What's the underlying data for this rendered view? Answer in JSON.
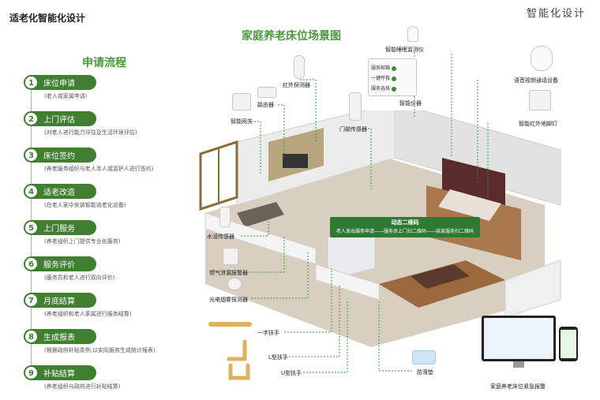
{
  "header": {
    "left_title": "适老化智能化设计",
    "right_title": "智能化设计"
  },
  "scene_title": "家庭养老床位场景图",
  "flow": {
    "title": "申请流程",
    "steps": [
      {
        "num": "1",
        "label": "床位申请",
        "desc": "(老人或家属申请)"
      },
      {
        "num": "2",
        "label": "上门评估",
        "desc": "(对老人进行能力评估及生活环境评估)"
      },
      {
        "num": "3",
        "label": "床位签约",
        "desc": "(养老服务组织与老人本人或监护人进行签约)"
      },
      {
        "num": "4",
        "label": "适老改造",
        "desc": "(在老人家中安装智能适老化设备)"
      },
      {
        "num": "5",
        "label": "上门服务",
        "desc": "(养老组织上门提供专业化服务)"
      },
      {
        "num": "6",
        "label": "服务评价",
        "desc": "(服务员和老人进行双向评价)"
      },
      {
        "num": "7",
        "label": "月底结算",
        "desc": "(养老组织和老人家属进行服务结算)"
      },
      {
        "num": "8",
        "label": "生成报表",
        "desc": "(根据政府补贴条例,以实际服务生成统计报表)"
      },
      {
        "num": "9",
        "label": "补贴结算",
        "desc": "(养老组织与政府进行补贴结算)"
      }
    ]
  },
  "devices": {
    "sleep_monitor": "智能睡眠监测仪",
    "infrared_detector": "红外探测器",
    "router": "路由器",
    "smart_gateway": "智能网关",
    "smart_instrument": "智能仪器",
    "video_speaker": "语音视频通话设备",
    "night_light": "智能红外地脚灯",
    "door_sensor": "门磁传感器",
    "water_sensor": "水浸传感器",
    "gas_alarm": "燃气泄漏报警器",
    "smoke_detector": "光电烟雾探测器",
    "straight_handrail": "一字扶手",
    "l_handrail": "L型扶手",
    "u_handrail": "U型扶手",
    "anti_slip_mat": "防滑垫",
    "emergency_alarm": "家庭养老床位紧急报警"
  },
  "instrument_panel": {
    "rows": [
      "服务邮箱",
      "一键呼救",
      "服务选择"
    ]
  },
  "qr_banner": {
    "title": "动态二维码",
    "text": "老人发出服务申请——服务员上门扫二维码——结束服务扫二维码"
  }
}
